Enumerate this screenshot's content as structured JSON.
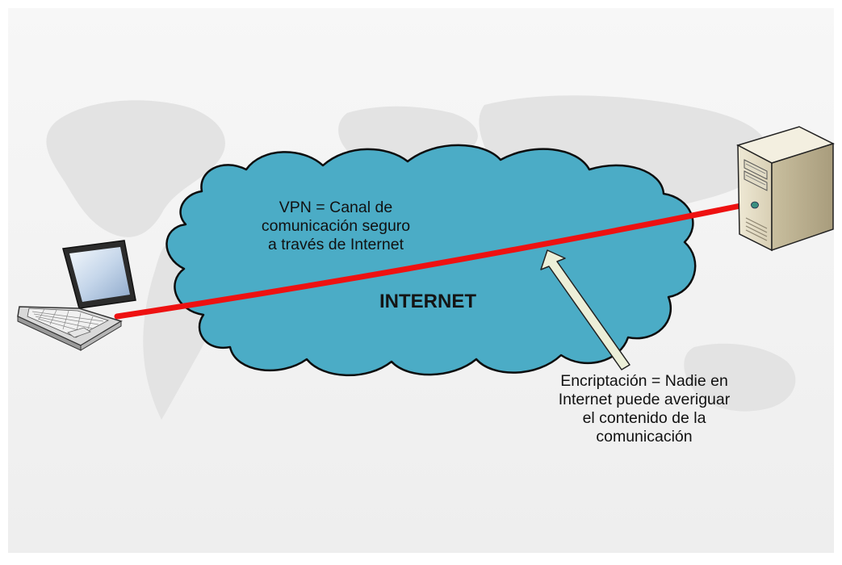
{
  "diagram": {
    "cloud_label": "INTERNET",
    "vpn_label": "VPN = Canal de\ncomunicación seguro\na través de Internet",
    "encryption_label": "Encriptación = Nadie en\nInternet puede averiguar\nel contenido de la\ncomunicación",
    "nodes": [
      "laptop-icon",
      "server-icon",
      "internet-cloud"
    ],
    "colors": {
      "background": "#f2f2f2",
      "cloud": "#4bacc6",
      "tunnel": "#ee1111",
      "arrow": "#ecefd8"
    }
  }
}
